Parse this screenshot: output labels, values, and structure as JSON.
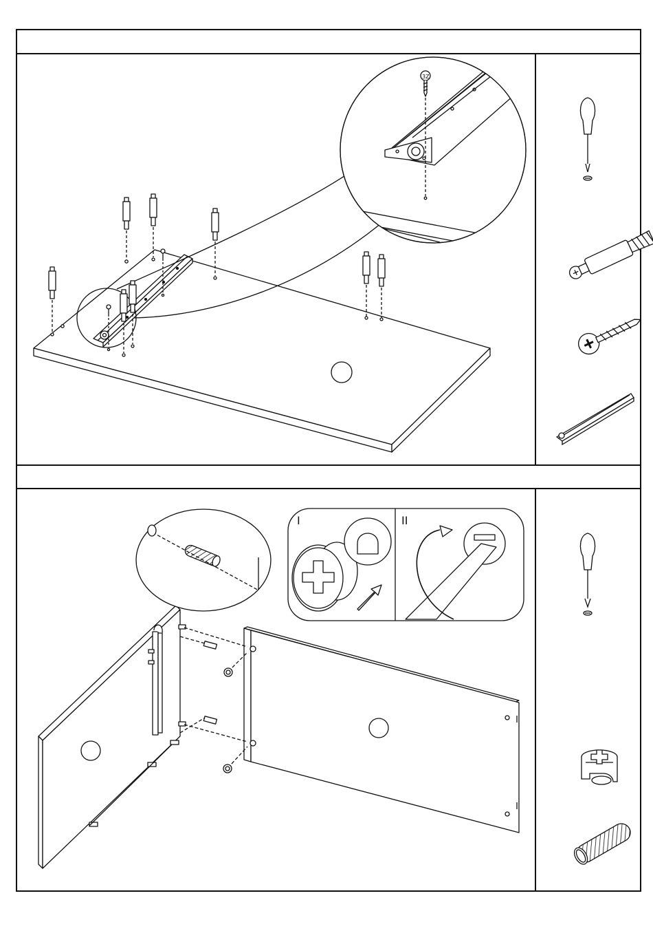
{
  "document": {
    "type": "assembly-instructions",
    "step1": {
      "number": "",
      "parts": [
        "screwdriver-icon",
        "cam-bolt-icon",
        "screw-icon",
        "drawer-runner-icon"
      ]
    },
    "step2": {
      "number": "",
      "inset_labels": [
        "I",
        "II"
      ],
      "parts": [
        "screwdriver-icon",
        "cam-lock-icon",
        "wooden-dowel-icon"
      ]
    },
    "zoom_screw_label": "3Z"
  }
}
